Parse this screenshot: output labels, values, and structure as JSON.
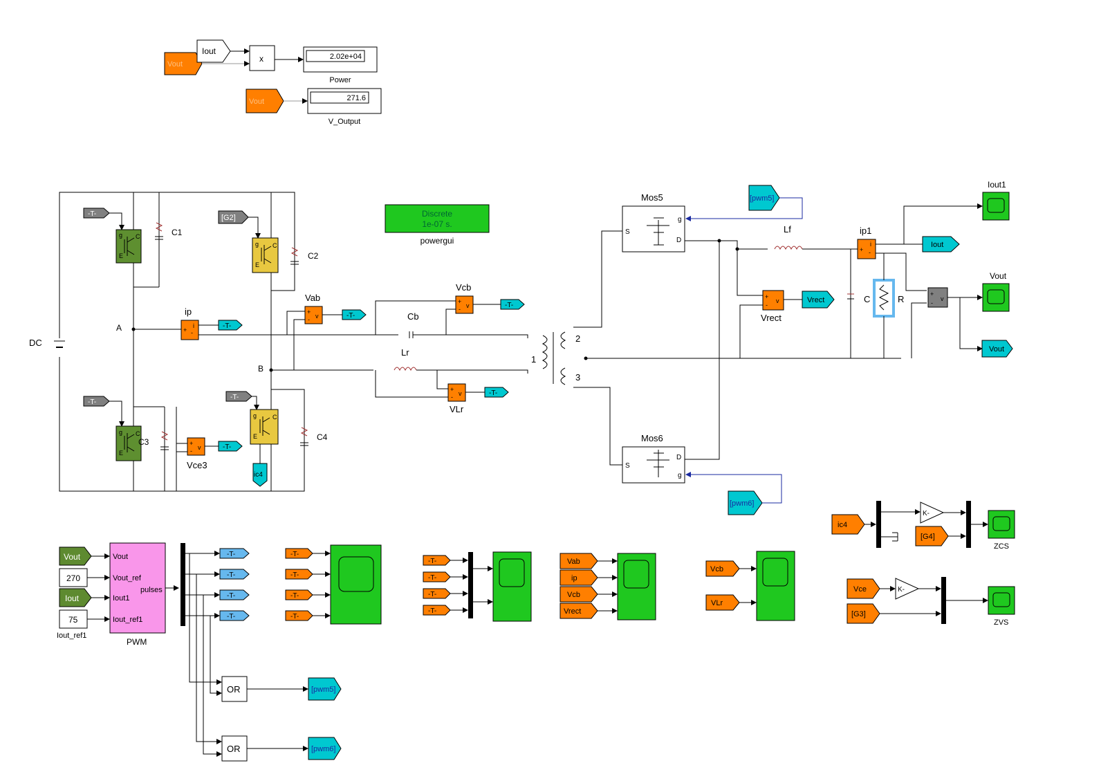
{
  "colors": {
    "tag_orange": "#ff7f00",
    "tag_gray": "#808080",
    "tag_cyan": "#00c8d0",
    "tag_lightblue": "#66b8ee",
    "tag_green": "#5e8a30",
    "sensor_orange": "#ff8000",
    "scope_green": "#1fc81f",
    "igbt_green": "#5e8f30",
    "igbt_yellow": "#e8c840",
    "pwm_pink": "#f996ea",
    "resistor_select": "#66b8ee"
  },
  "top": {
    "iout_goto": "Iout",
    "vout_from_1": "Vout",
    "product": "x",
    "power_value": "2.02e+04",
    "power_label": "Power",
    "vout_from_2": "Vout",
    "voutput_value": "271.6",
    "voutput_label": "V_Output"
  },
  "powergui": {
    "line1": "Discrete",
    "line2": "1e-07 s.",
    "label": "powergui"
  },
  "circuit": {
    "dc": "DC",
    "node_a": "A",
    "node_b": "B",
    "c1": "C1",
    "c2": "C2",
    "c3": "C3",
    "c4": "C4",
    "g2": "[G2]",
    "t": "-T-",
    "ip": "ip",
    "vab": "Vab",
    "vcb": "Vcb",
    "cb": "Cb",
    "lr": "Lr",
    "vlr": "VLr",
    "vce3": "Vce3",
    "ic4": "ic4",
    "tr1": "1",
    "tr2": "2",
    "tr3": "3",
    "mos5": "Mos5",
    "mos6": "Mos6",
    "pwm5": "[pwm5]",
    "pwm6": "[pwm6]",
    "lf": "Lf",
    "ip1": "ip1",
    "vrect": "Vrect",
    "cap_c": "C",
    "res_r": "R",
    "iout1_scope": "Iout1",
    "vout_scope": "Vout",
    "iout_goto": "Iout",
    "vrect_goto": "Vrect",
    "vout_goto": "Vout",
    "sensor_plus": "+",
    "sensor_minus": "-",
    "sensor_i": "i",
    "sensor_v": "v",
    "port_g": "g",
    "port_s": "S",
    "port_d": "D",
    "igbt_g": "g",
    "igbt_c": "C",
    "igbt_e": "E"
  },
  "pwm": {
    "vout_in": "Vout",
    "ref": "270",
    "iout_in": "Iout",
    "iref": "75",
    "iref_label": "Iout_ref1",
    "port_vout": "Vout",
    "port_vout_ref": "Vout_ref",
    "port_iout1": "Iout1",
    "port_iout_ref1": "Iout_ref1",
    "port_pulses": "pulses",
    "label": "PWM",
    "or": "OR",
    "pwm5": "[pwm5]",
    "pwm6": "[pwm6]"
  },
  "bottom": {
    "vab": "Vab",
    "ip": "ip",
    "vcb": "Vcb",
    "vrect": "Vrect",
    "vcb2": "Vcb",
    "vlr": "VLr",
    "ic4": "ic4",
    "g4": "[G4]",
    "gain": "K-",
    "zcs": "ZCS",
    "vce": "Vce",
    "g3": "[G3]",
    "zvs": "ZVS"
  }
}
